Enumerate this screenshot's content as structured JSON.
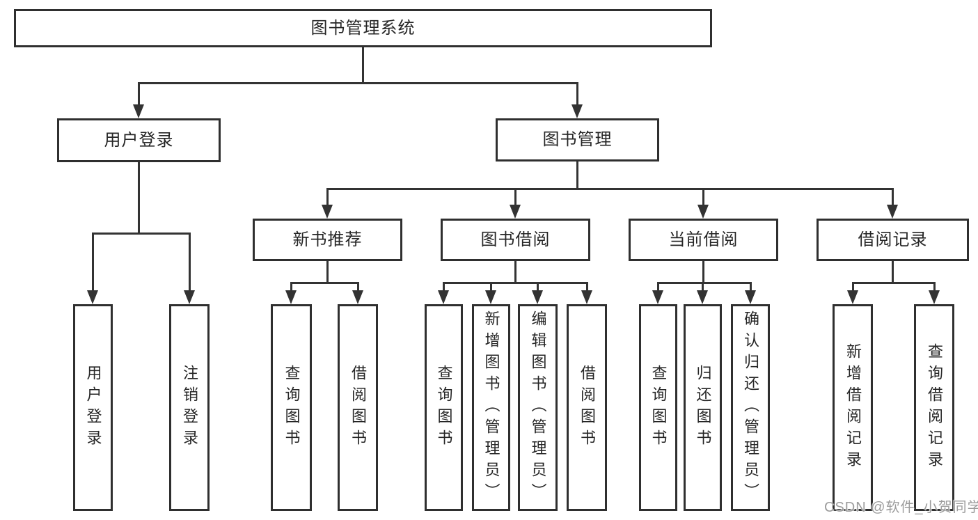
{
  "tree": {
    "label": "图书管理系统",
    "children": [
      {
        "label": "用户登录",
        "children": [
          {
            "label": "用户登录"
          },
          {
            "label": "注销登录"
          }
        ]
      },
      {
        "label": "图书管理",
        "children": [
          {
            "label": "新书推荐",
            "children": [
              {
                "label": "查询图书"
              },
              {
                "label": "借阅图书"
              }
            ]
          },
          {
            "label": "图书借阅",
            "children": [
              {
                "label": "查询图书"
              },
              {
                "label": "新增图书（管理员）"
              },
              {
                "label": "编辑图书（管理员）"
              },
              {
                "label": "借阅图书"
              }
            ]
          },
          {
            "label": "当前借阅",
            "children": [
              {
                "label": "查询图书"
              },
              {
                "label": "归还图书"
              },
              {
                "label": "确认归还（管理员）"
              }
            ]
          },
          {
            "label": "借阅记录",
            "children": [
              {
                "label": "新增借阅记录"
              },
              {
                "label": "查询借阅记录"
              }
            ]
          }
        ]
      }
    ]
  },
  "watermark": {
    "text": "CSDN @软件_小贺同学"
  },
  "colors": {
    "line": "#333333",
    "box_border": "#2f2f2f",
    "box_fill": "#ffffff",
    "text": "#262626",
    "watermark": "#9c9c9c",
    "background": "#ffffff"
  }
}
